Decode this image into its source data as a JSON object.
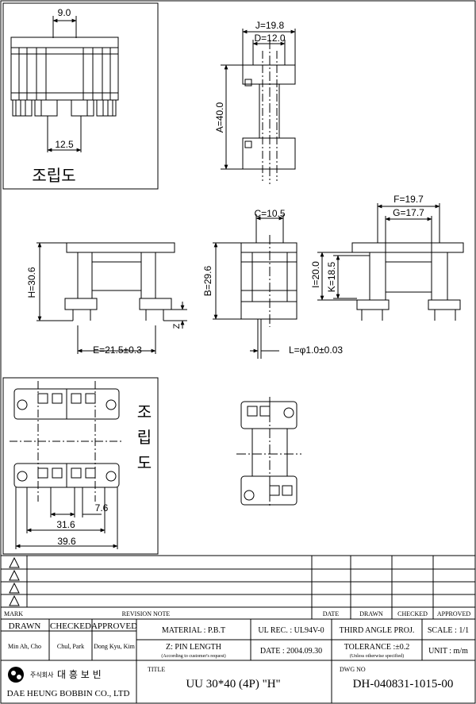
{
  "drawing": {
    "assembly_label": "조립도",
    "assembly_chars": [
      "조",
      "립",
      "도"
    ],
    "dims": {
      "top_pitch": "9.0",
      "top_pin_span": "12.5",
      "J": "J=19.8",
      "D": "D=12.0",
      "A": "A=40.0",
      "C": "C=10.5",
      "F": "F=19.7",
      "G": "G=17.7",
      "H": "H=30.6",
      "B": "B=29.6",
      "I": "I=20.0",
      "K": "K=18.5",
      "Z": "Z",
      "E": "E=21.5±0.3",
      "L": "L=φ1.0±0.03",
      "bot_76": "7.6",
      "bot_316": "31.6",
      "bot_396": "39.6"
    }
  },
  "title_block": {
    "rev_header": {
      "mark": "MARK",
      "note": "REVISION NOTE",
      "date": "DATE",
      "drawn": "DRAWN",
      "checked": "CHECKED",
      "approved": "APPROVED"
    },
    "labels": {
      "drawn": "DRAWN",
      "checked": "CHECKED",
      "approved": "APPROVED"
    },
    "names": {
      "drawn": "Min Ah, Cho",
      "checked": "Chul, Park",
      "approved": "Dong Kyu, Kim"
    },
    "material": "MATERIAL : P.B.T",
    "ul_rec": "UL REC. : UL94V-0",
    "projection": "THIRD ANGLE PROJ.",
    "scale": "SCALE : 1/1",
    "pin_length": "Z: PIN LENGTH",
    "pin_length_note": "(According to customer's request)",
    "date": "DATE : 2004.09.30",
    "tolerance": "TOLERANCE :±0.2",
    "tolerance_note": "(Unless otherwise specified)",
    "unit": "UNIT : m/m",
    "company_kor_small": "주식회사",
    "company_kor": "대 흥 보 빈",
    "company_eng": "DAE HEUNG BOBBIN CO., LTD",
    "title_label": "TITLE",
    "title": "UU 30*40 (4P) \"H\"",
    "dwg_label": "DWG NO",
    "dwg_no": "DH-040831-1015-00"
  }
}
